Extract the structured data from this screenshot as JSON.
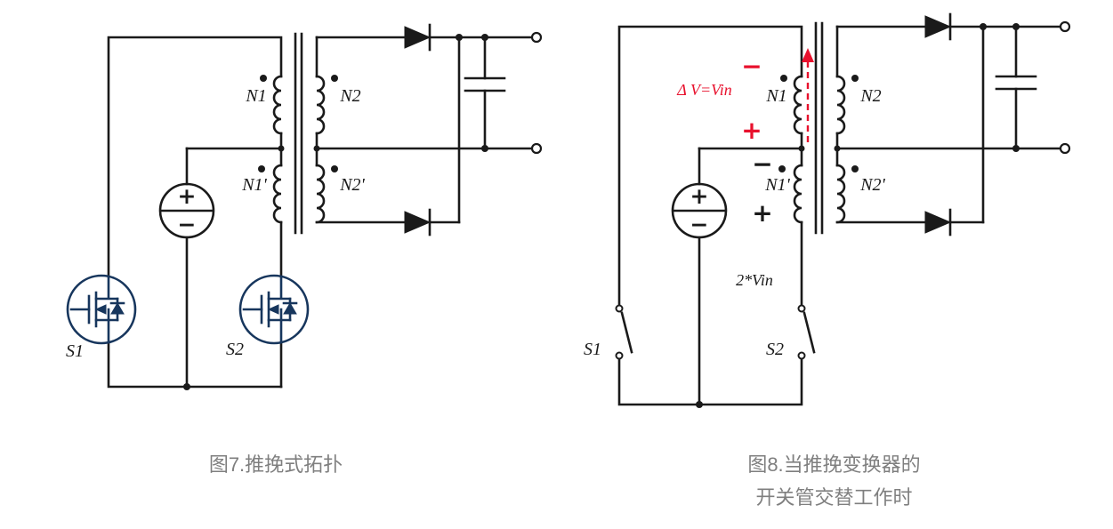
{
  "colors": {
    "line": "#1a1a1a",
    "mosfet_blue": "#17365d",
    "annotation_red": "#e8112d",
    "caption_gray": "#7f7f7f",
    "background": "#ffffff"
  },
  "figure7": {
    "caption": "图7.推挽式拓扑",
    "windings": {
      "n1": "N1",
      "n1_prime": "N1'",
      "n2": "N2",
      "n2_prime": "N2'"
    },
    "switches": {
      "s1": "S1",
      "s2": "S2"
    },
    "source": {
      "plus": "+",
      "minus": "−"
    }
  },
  "figure8": {
    "caption_line1": "图8.当推挽变换器的",
    "caption_line2": "开关管交替工作时",
    "windings": {
      "n1": "N1",
      "n1_prime": "N1'",
      "n2": "N2",
      "n2_prime": "N2'"
    },
    "switches": {
      "s1": "S1",
      "s2": "S2"
    },
    "source": {
      "plus": "+",
      "minus": "−"
    },
    "annotations": {
      "delta_v": "Δ V=Vin",
      "top_minus": "−",
      "mid_plus": "+",
      "n1p_minus": "−",
      "n1p_plus": "+",
      "switch_voltage": "2*Vin"
    }
  }
}
